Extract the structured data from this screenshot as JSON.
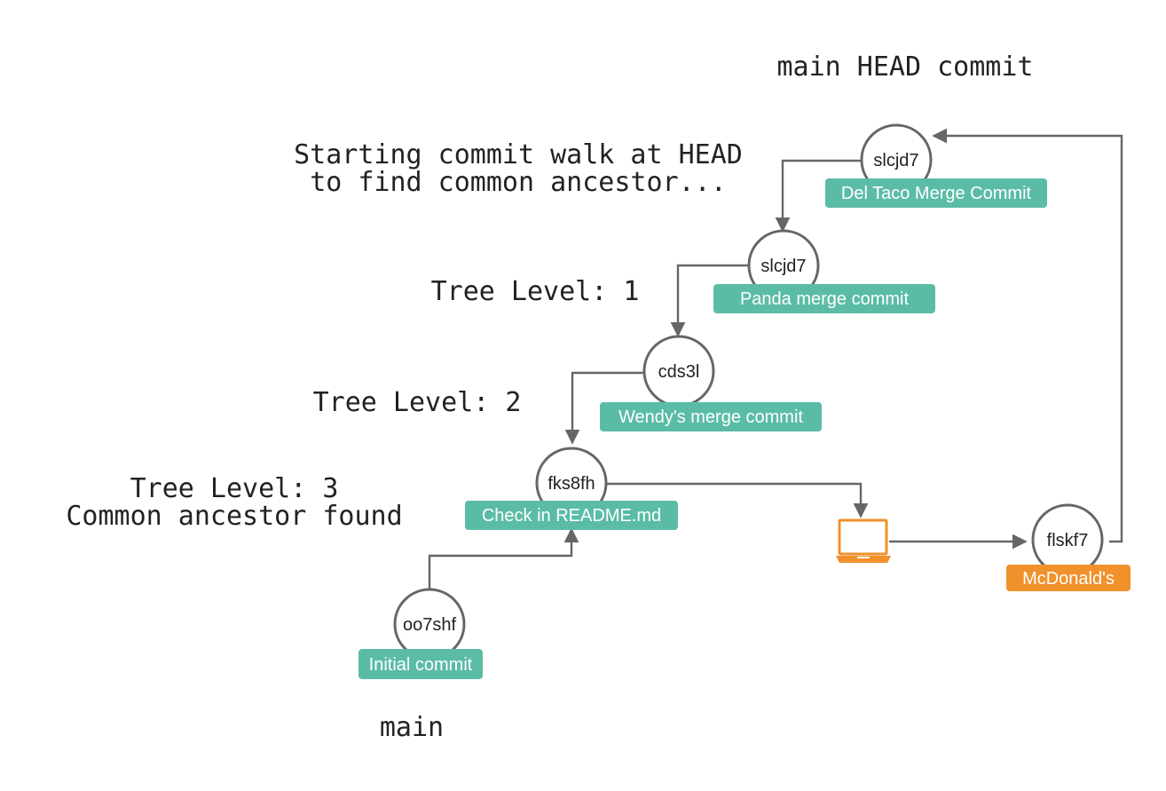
{
  "colors": {
    "teal": "#5bbca6",
    "orange": "#f0912b",
    "edge": "#666666",
    "node_stroke": "#666666"
  },
  "annotations": {
    "head_title": "main HEAD commit",
    "walk_line1": "Starting commit walk at HEAD",
    "walk_line2": "to find common ancestor...",
    "level1": "Tree Level: 1",
    "level2": "Tree Level: 2",
    "level3_line1": "Tree Level: 3",
    "level3_line2": "Common ancestor found",
    "branch": "main"
  },
  "nodes": [
    {
      "id": "slcjd7",
      "message": "Del Taco Merge Commit"
    },
    {
      "id": "slcjd7",
      "message": "Panda merge commit"
    },
    {
      "id": "cds3l",
      "message": "Wendy's merge commit"
    },
    {
      "id": "fks8fh",
      "message": "Check in README.md"
    },
    {
      "id": "oo7shf",
      "message": "Initial commit"
    },
    {
      "id": "flskf7",
      "message": "McDonald's"
    }
  ],
  "laptop_icon": "laptop-icon"
}
